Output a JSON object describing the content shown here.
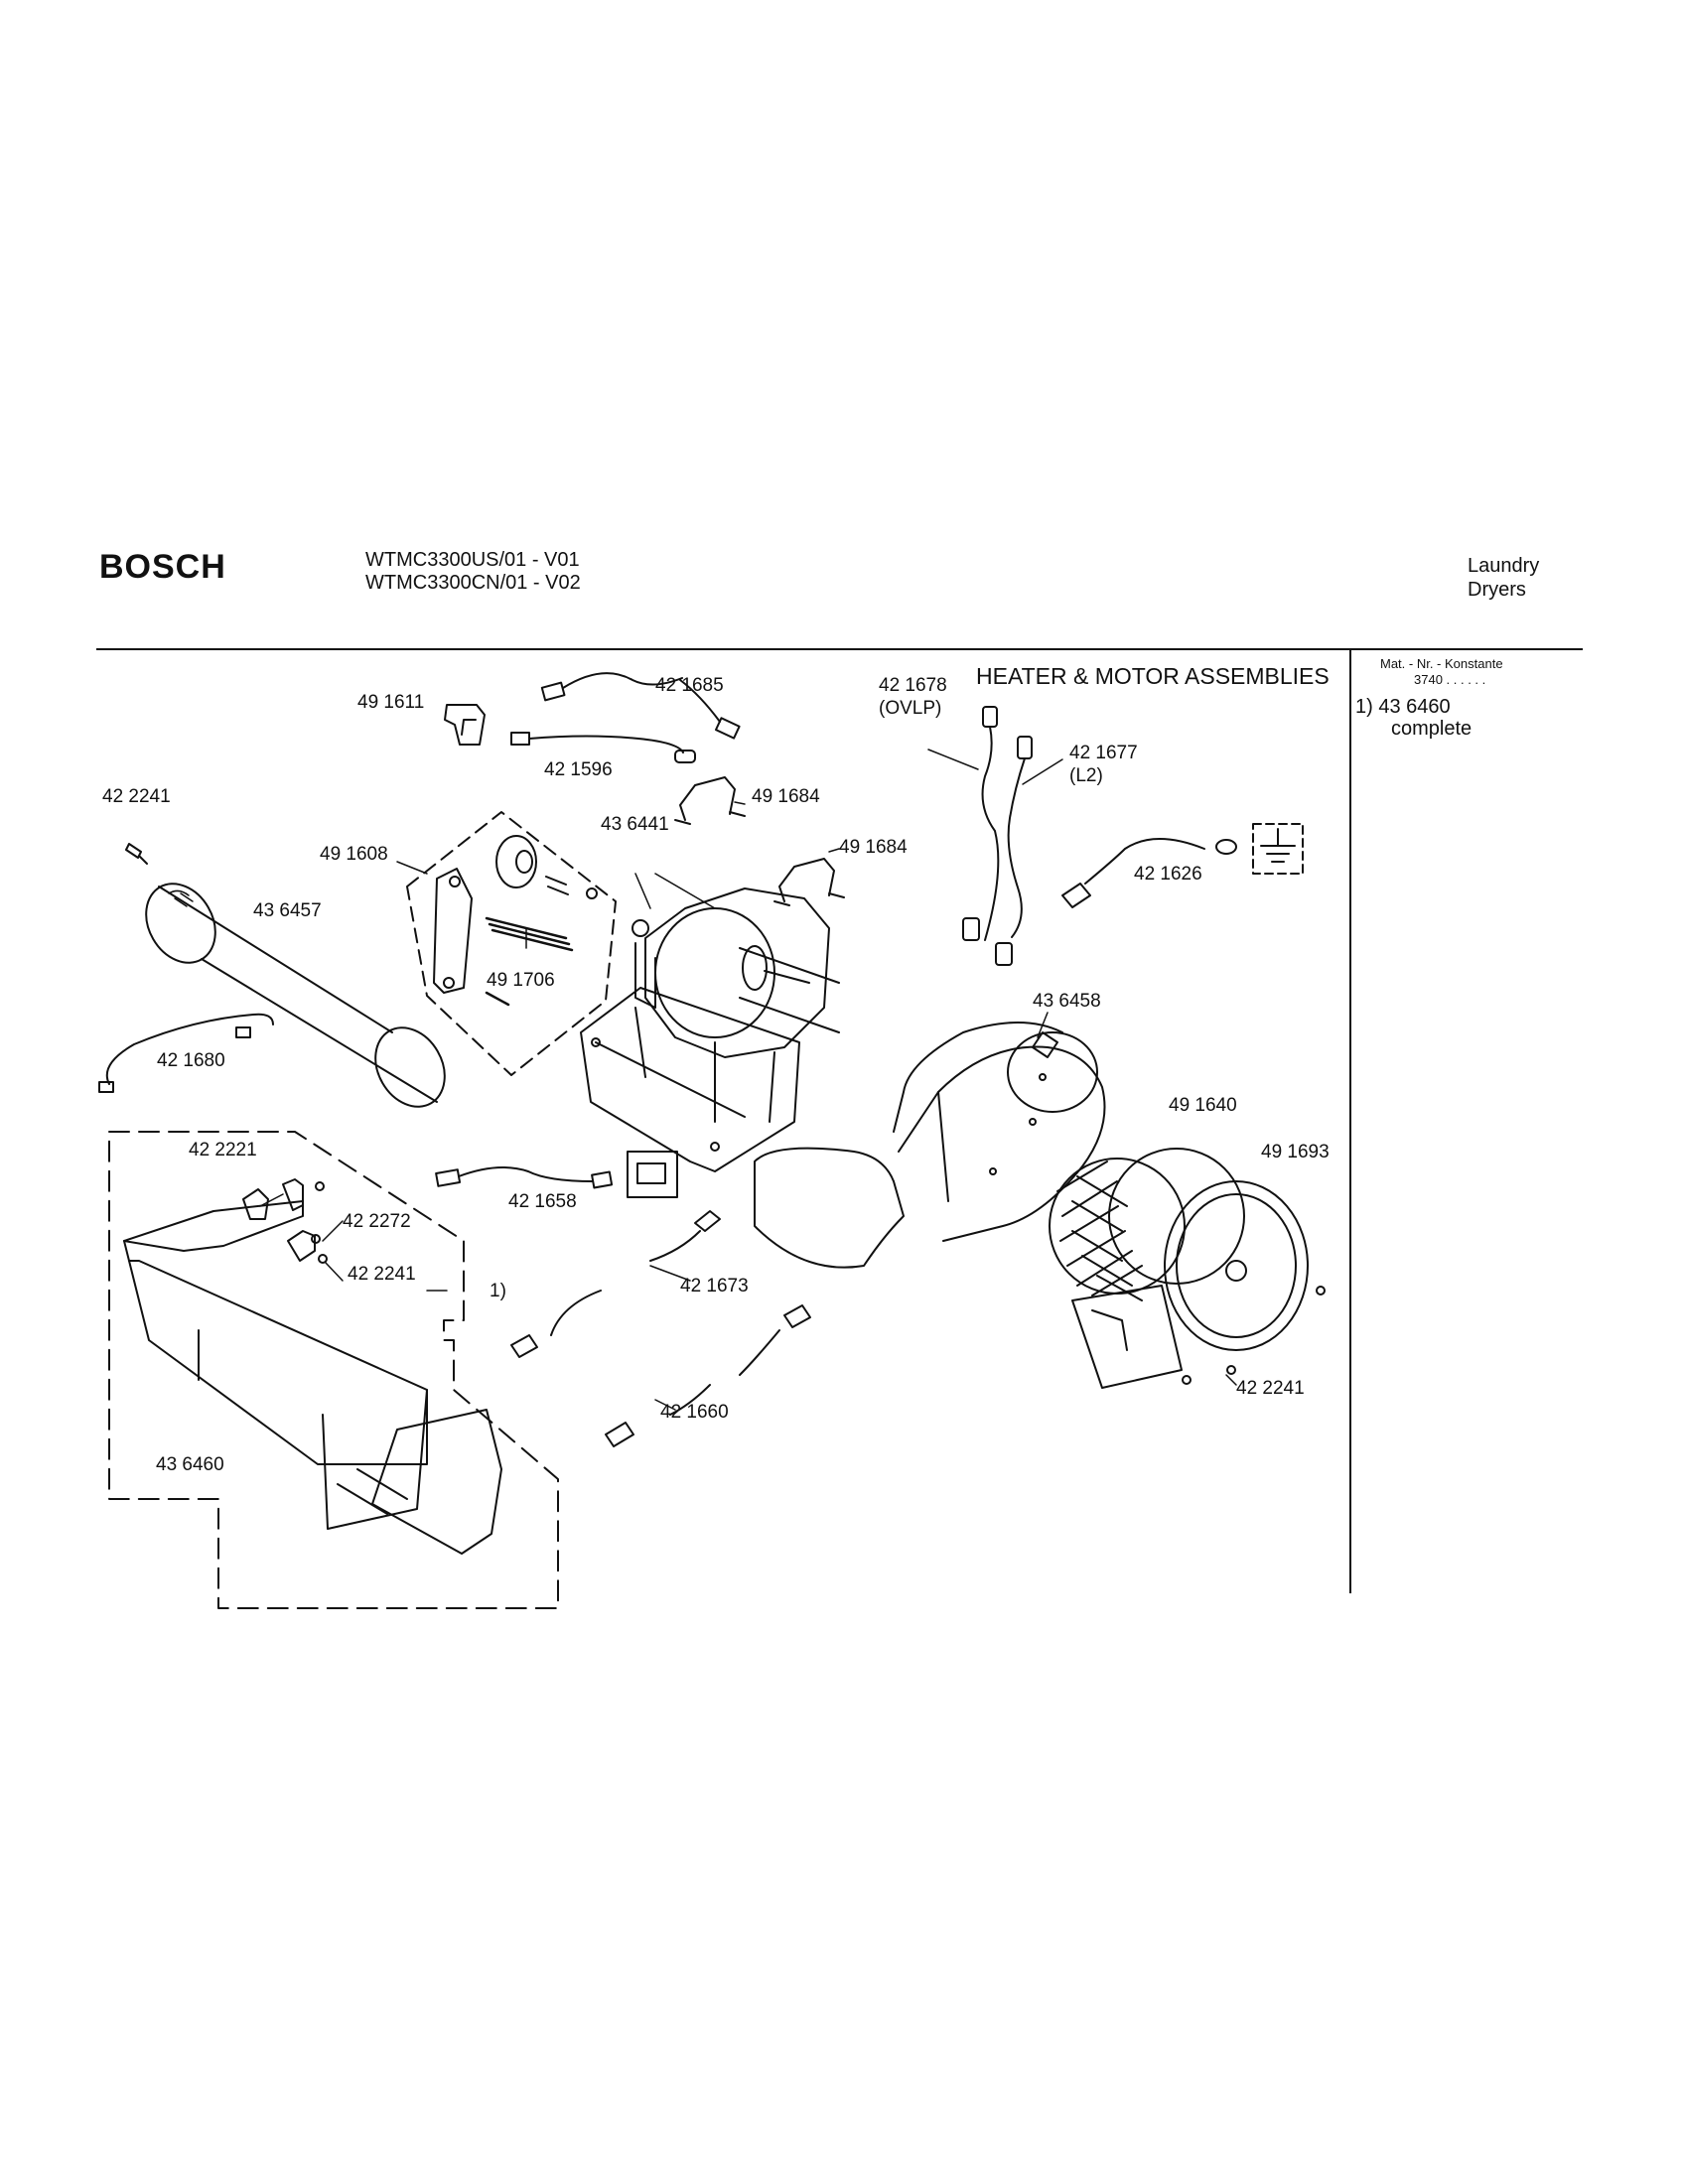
{
  "header": {
    "brand": "BOSCH",
    "models": [
      "WTMC3300US/01 - V01",
      "WTMC3300CN/01 - V02"
    ],
    "category": [
      "Laundry",
      "Dryers"
    ]
  },
  "diagram": {
    "title": "HEATER & MOTOR ASSEMBLIES",
    "side_panel": {
      "mat_header": "Mat. - Nr. - Konstante",
      "mat_value": "3740 . . . . . .",
      "note_number": "1) 43 6460",
      "note_text": "complete"
    },
    "labels": {
      "p491611": "49 1611",
      "p421685": "42 1685",
      "p421596": "42 1596",
      "p421678": "42 1678",
      "p421678_sub": "(OVLP)",
      "p421677": "42 1677",
      "p421677_sub": "(L2)",
      "p422241_a": "42 2241",
      "p491608": "49 1608",
      "p491684_a": "49 1684",
      "p436441": "43 6441",
      "p491684_b": "49 1684",
      "p436457": "43 6457",
      "p491706": "49 1706",
      "p421626": "42 1626",
      "p436458": "43 6458",
      "p421680": "42 1680",
      "p491640": "49 1640",
      "p422221": "42 2221",
      "p491693": "49 1693",
      "p421658": "42 1658",
      "p422272": "42 2272",
      "p422241_b": "42 2241",
      "p1": "1)",
      "p421673": "42 1673",
      "p422241_c": "42 2241",
      "p421660": "42 1660",
      "p436460": "43 6460"
    }
  }
}
